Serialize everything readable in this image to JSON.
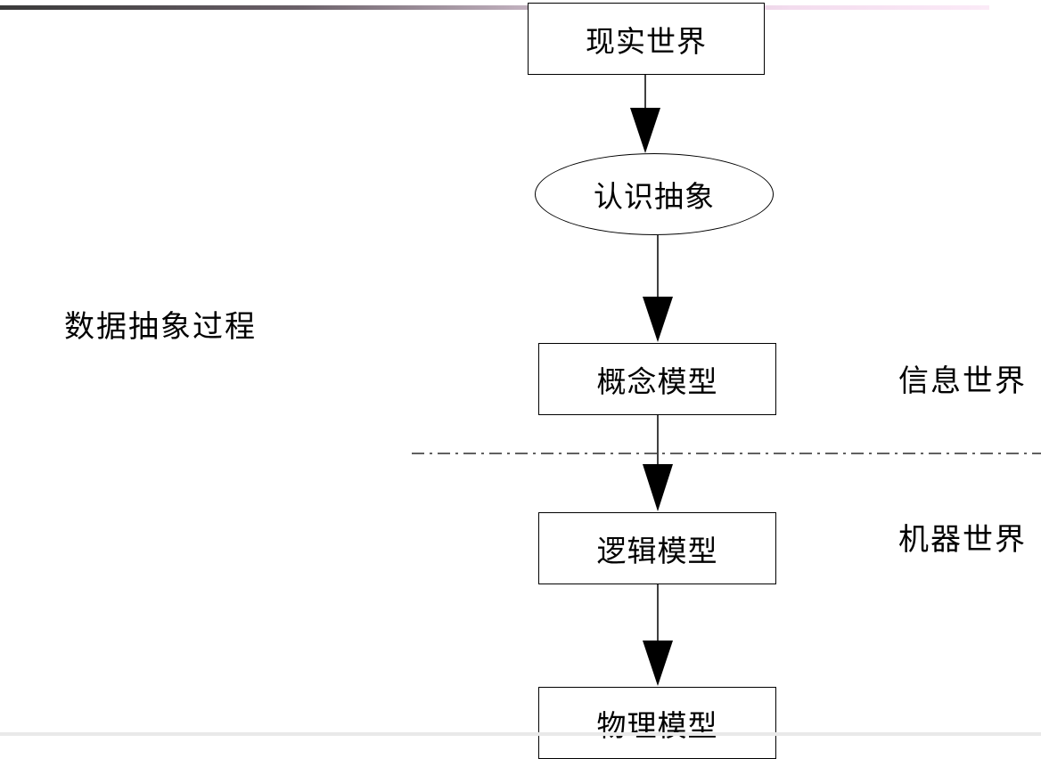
{
  "nodes": {
    "real_world": "现实世界",
    "cognition": "认识抽象",
    "conceptual_model": "概念模型",
    "logical_model": "逻辑模型",
    "physical_model": "物理模型"
  },
  "labels": {
    "process": "数据抽象过程",
    "information_world": "信息世界",
    "machine_world": "机器世界"
  }
}
